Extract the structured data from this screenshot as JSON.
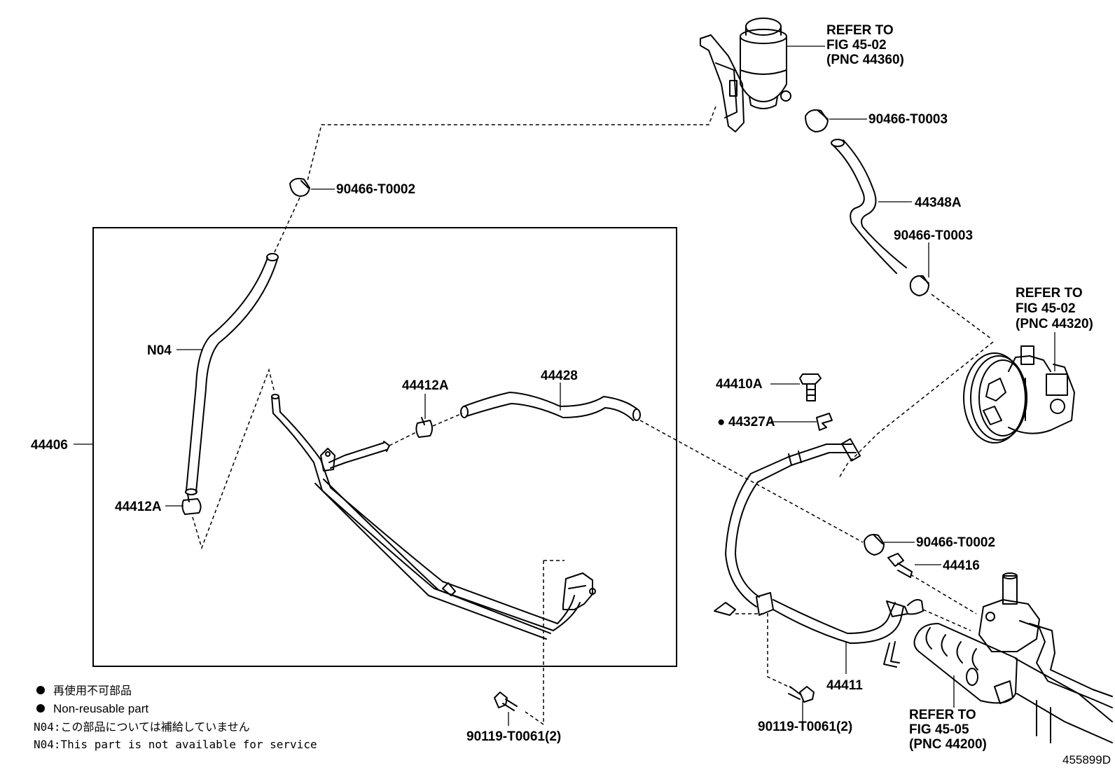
{
  "labels": {
    "clamp_top": "90466-T0002",
    "reservoir_ref_1": "REFER TO",
    "reservoir_ref_2": "FIG 45-02",
    "reservoir_ref_3": "(PNC 44360)",
    "clamp_right_top": "90466-T0003",
    "hose_44348a": "44348A",
    "clamp_right_mid": "90466-T0003",
    "pump_ref_1": "REFER TO",
    "pump_ref_2": "FIG 45-02",
    "pump_ref_3": "(PNC 44320)",
    "n04": "N04",
    "assy_44406": "44406",
    "clamp_44412a_upper": "44412A",
    "clamp_44412a_lower": "44412A",
    "hose_44428": "44428",
    "bolt_44410a": "44410A",
    "gasket_44327a": "44327A",
    "clamp_right_low": "90466-T0002",
    "union_44416": "44416",
    "tube_44411": "44411",
    "bolt_left": "90119-T0061(2)",
    "bolt_right": "90119-T0061(2)",
    "gear_ref_1": "REFER TO",
    "gear_ref_2": "FIG 45-05",
    "gear_ref_3": "(PNC 44200)"
  },
  "legend": {
    "bullet_symbol": "●",
    "non_reusable_jp": "再使用不可部品",
    "non_reusable_en": "Non-reusable part",
    "n04_note_jp": "N04:この部品については補給していません",
    "n04_note_en": "N04:This part is not available for service"
  },
  "figure_id": "455899D"
}
